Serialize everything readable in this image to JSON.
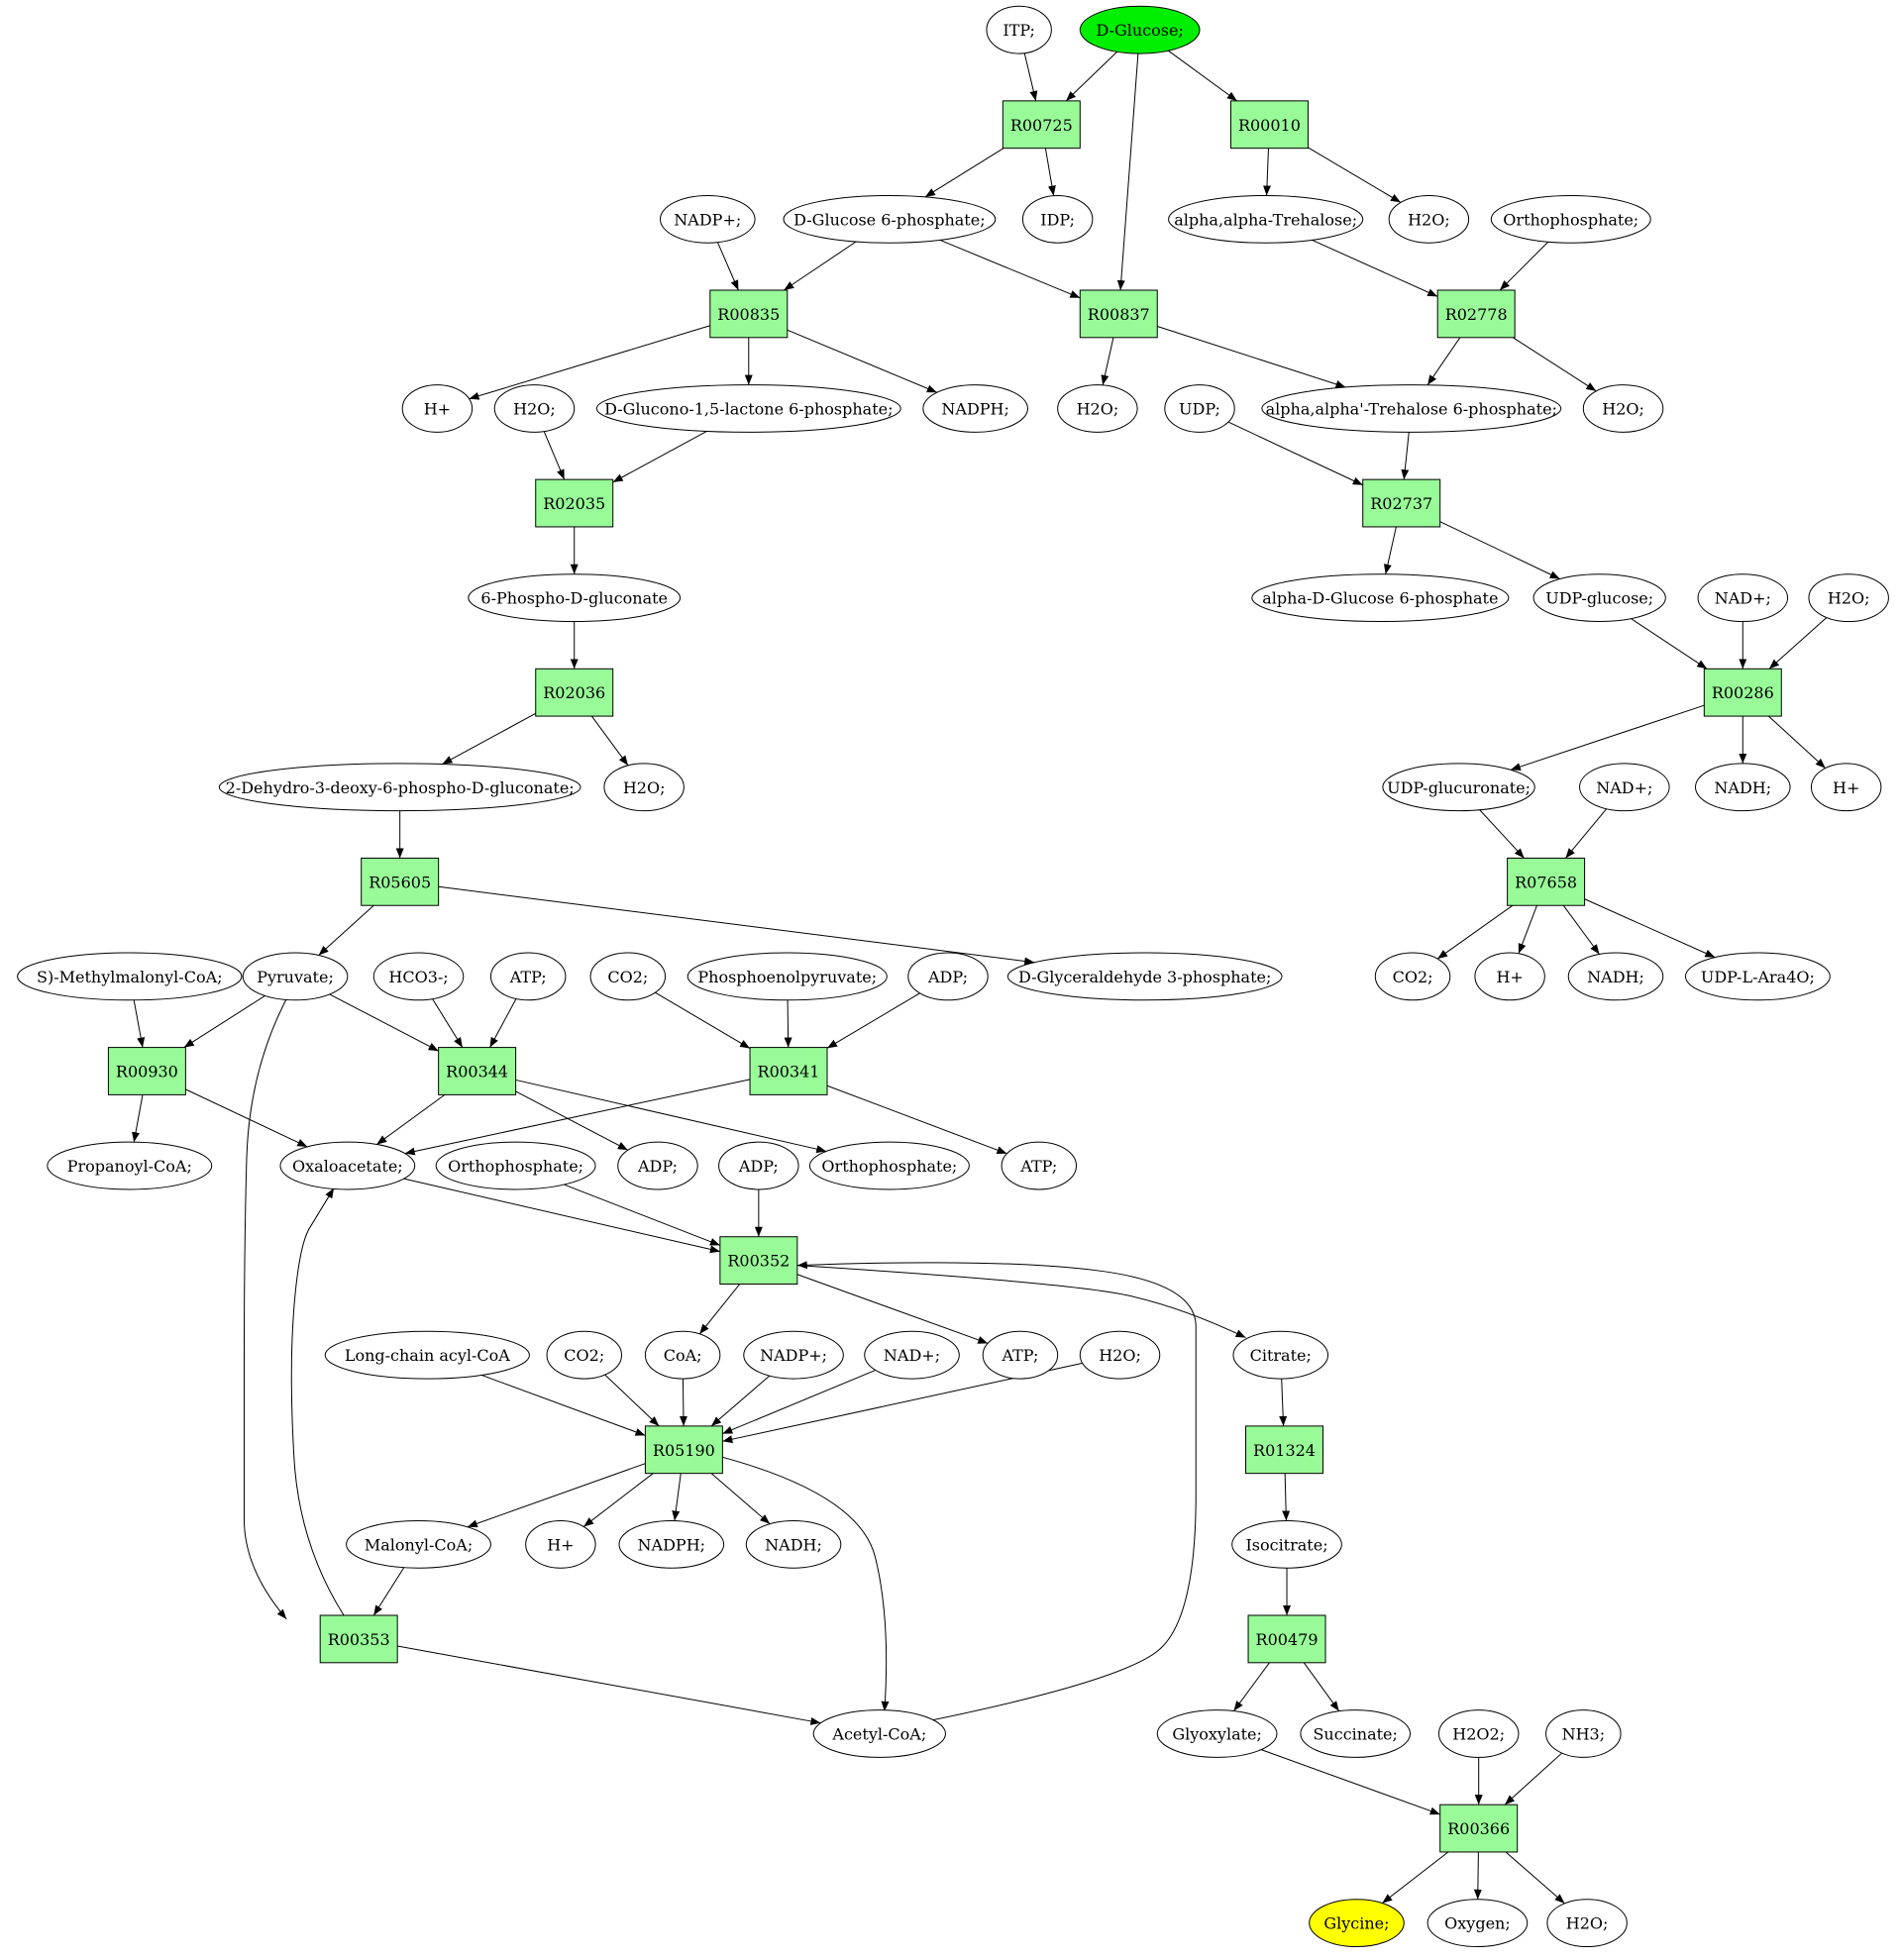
{
  "colors": {
    "reaction_fill": "#98fb98",
    "source_fill": "#00ee00",
    "target_fill": "#ffff00",
    "metabolite_fill": "#ffffff",
    "stroke": "#000000"
  },
  "reactions": [
    {
      "id": "R00725",
      "label": "R00725"
    },
    {
      "id": "R00010",
      "label": "R00010"
    },
    {
      "id": "R00835",
      "label": "R00835"
    },
    {
      "id": "R00837",
      "label": "R00837"
    },
    {
      "id": "R02778",
      "label": "R02778"
    },
    {
      "id": "R02035",
      "label": "R02035"
    },
    {
      "id": "R02737",
      "label": "R02737"
    },
    {
      "id": "R02036",
      "label": "R02036"
    },
    {
      "id": "R00286",
      "label": "R00286"
    },
    {
      "id": "R05605",
      "label": "R05605"
    },
    {
      "id": "R07658",
      "label": "R07658"
    },
    {
      "id": "R00930",
      "label": "R00930"
    },
    {
      "id": "R00344",
      "label": "R00344"
    },
    {
      "id": "R00341",
      "label": "R00341"
    },
    {
      "id": "R00352",
      "label": "R00352"
    },
    {
      "id": "R05190",
      "label": "R05190"
    },
    {
      "id": "R01324",
      "label": "R01324"
    },
    {
      "id": "R00479",
      "label": "R00479"
    },
    {
      "id": "R00353",
      "label": "R00353"
    },
    {
      "id": "R00366",
      "label": "R00366"
    }
  ],
  "metabolites": [
    {
      "id": "m_itp",
      "label": "ITP;"
    },
    {
      "id": "m_glucose",
      "label": "D-Glucose;",
      "role": "source"
    },
    {
      "id": "m_nadp_1",
      "label": "NADP+;"
    },
    {
      "id": "m_g6p",
      "label": "D-Glucose 6-phosphate;"
    },
    {
      "id": "m_idp",
      "label": "IDP;"
    },
    {
      "id": "m_trehalose",
      "label": "alpha,alpha-Trehalose;"
    },
    {
      "id": "m_h2o_1",
      "label": "H2O;"
    },
    {
      "id": "m_orthophosphate_1",
      "label": "Orthophosphate;"
    },
    {
      "id": "m_hplus_1",
      "label": "H+"
    },
    {
      "id": "m_h2o_2",
      "label": "H2O;"
    },
    {
      "id": "m_glucono_lactone",
      "label": "D-Glucono-1,5-lactone 6-phosphate;"
    },
    {
      "id": "m_nadph_1",
      "label": "NADPH;"
    },
    {
      "id": "m_h2o_3",
      "label": "H2O;"
    },
    {
      "id": "m_udp",
      "label": "UDP;"
    },
    {
      "id": "m_trehalose6p",
      "label": "alpha,alpha'-Trehalose 6-phosphate;"
    },
    {
      "id": "m_h2o_4",
      "label": "H2O;"
    },
    {
      "id": "m_6pg",
      "label": "6-Phospho-D-gluconate"
    },
    {
      "id": "m_a_g6p",
      "label": "alpha-D-Glucose 6-phosphate"
    },
    {
      "id": "m_udp_glucose",
      "label": "UDP-glucose;"
    },
    {
      "id": "m_nad_1",
      "label": "NAD+;"
    },
    {
      "id": "m_h2o_5",
      "label": "H2O;"
    },
    {
      "id": "m_kdpg",
      "label": "2-Dehydro-3-deoxy-6-phospho-D-gluconate;"
    },
    {
      "id": "m_h2o_6",
      "label": "H2O;"
    },
    {
      "id": "m_udp_glucuronate",
      "label": "UDP-glucuronate;"
    },
    {
      "id": "m_nad_2",
      "label": "NAD+;"
    },
    {
      "id": "m_nadh_1",
      "label": "NADH;"
    },
    {
      "id": "m_hplus_2",
      "label": "H+"
    },
    {
      "id": "m_methylmalonyl",
      "label": "S)-Methylmalonyl-CoA;"
    },
    {
      "id": "m_pyruvate",
      "label": "Pyruvate;"
    },
    {
      "id": "m_hco3",
      "label": "HCO3-;"
    },
    {
      "id": "m_atp_1",
      "label": "ATP;"
    },
    {
      "id": "m_co2_1",
      "label": "CO2;"
    },
    {
      "id": "m_pep",
      "label": "Phosphoenolpyruvate;"
    },
    {
      "id": "m_adp_1",
      "label": "ADP;"
    },
    {
      "id": "m_g3p",
      "label": "D-Glyceraldehyde 3-phosphate;"
    },
    {
      "id": "m_co2_2",
      "label": "CO2;"
    },
    {
      "id": "m_hplus_3",
      "label": "H+"
    },
    {
      "id": "m_nadh_2",
      "label": "NADH;"
    },
    {
      "id": "m_udp_ara",
      "label": "UDP-L-Ara4O;"
    },
    {
      "id": "m_propanoyl",
      "label": "Propanoyl-CoA;"
    },
    {
      "id": "m_oxaloacetate",
      "label": "Oxaloacetate;"
    },
    {
      "id": "m_orthophosphate_2",
      "label": "Orthophosphate;"
    },
    {
      "id": "m_adp_2",
      "label": "ADP;"
    },
    {
      "id": "m_adp_3",
      "label": "ADP;"
    },
    {
      "id": "m_orthophosphate_3",
      "label": "Orthophosphate;"
    },
    {
      "id": "m_atp_2",
      "label": "ATP;"
    },
    {
      "id": "m_longchain",
      "label": "Long-chain acyl-CoA"
    },
    {
      "id": "m_co2_3",
      "label": "CO2;"
    },
    {
      "id": "m_coa",
      "label": "CoA;"
    },
    {
      "id": "m_nadp_2",
      "label": "NADP+;"
    },
    {
      "id": "m_nad_3",
      "label": "NAD+;"
    },
    {
      "id": "m_atp_3",
      "label": "ATP;"
    },
    {
      "id": "m_h2o_7",
      "label": "H2O;"
    },
    {
      "id": "m_citrate",
      "label": "Citrate;"
    },
    {
      "id": "m_malonyl",
      "label": "Malonyl-CoA;"
    },
    {
      "id": "m_hplus_4",
      "label": "H+"
    },
    {
      "id": "m_nadph_2",
      "label": "NADPH;"
    },
    {
      "id": "m_nadh_3",
      "label": "NADH;"
    },
    {
      "id": "m_isocitrate",
      "label": "Isocitrate;"
    },
    {
      "id": "m_acetylcoa",
      "label": "Acetyl-CoA;"
    },
    {
      "id": "m_glyoxylate",
      "label": "Glyoxylate;"
    },
    {
      "id": "m_succinate",
      "label": "Succinate;"
    },
    {
      "id": "m_h2o2",
      "label": "H2O2;"
    },
    {
      "id": "m_nh3",
      "label": "NH3;"
    },
    {
      "id": "m_glycine",
      "label": "Glycine;",
      "role": "target"
    },
    {
      "id": "m_oxygen",
      "label": "Oxygen;"
    },
    {
      "id": "m_h2o_8",
      "label": "H2O;"
    }
  ],
  "edges": [
    [
      "m_itp",
      "R00725"
    ],
    [
      "m_glucose",
      "R00725"
    ],
    [
      "m_glucose",
      "R00837"
    ],
    [
      "m_glucose",
      "R00010"
    ],
    [
      "R00725",
      "m_g6p"
    ],
    [
      "R00725",
      "m_idp"
    ],
    [
      "R00010",
      "m_trehalose"
    ],
    [
      "R00010",
      "m_h2o_1"
    ],
    [
      "m_nadp_1",
      "R00835"
    ],
    [
      "m_g6p",
      "R00835"
    ],
    [
      "m_g6p",
      "R00837"
    ],
    [
      "m_trehalose",
      "R02778"
    ],
    [
      "m_orthophosphate_1",
      "R02778"
    ],
    [
      "R00835",
      "m_hplus_1"
    ],
    [
      "R00835",
      "m_glucono_lactone"
    ],
    [
      "R00835",
      "m_nadph_1"
    ],
    [
      "R00837",
      "m_h2o_3"
    ],
    [
      "R00837",
      "m_trehalose6p"
    ],
    [
      "R02778",
      "m_trehalose6p"
    ],
    [
      "R02778",
      "m_h2o_4"
    ],
    [
      "m_h2o_2",
      "R02035"
    ],
    [
      "m_glucono_lactone",
      "R02035"
    ],
    [
      "m_udp",
      "R02737"
    ],
    [
      "m_trehalose6p",
      "R02737"
    ],
    [
      "R02035",
      "m_6pg"
    ],
    [
      "R02737",
      "m_a_g6p"
    ],
    [
      "R02737",
      "m_udp_glucose"
    ],
    [
      "m_6pg",
      "R02036"
    ],
    [
      "m_udp_glucose",
      "R00286"
    ],
    [
      "m_nad_1",
      "R00286"
    ],
    [
      "m_h2o_5",
      "R00286"
    ],
    [
      "R02036",
      "m_kdpg"
    ],
    [
      "R02036",
      "m_h2o_6"
    ],
    [
      "R00286",
      "m_udp_glucuronate"
    ],
    [
      "R00286",
      "m_nadh_1"
    ],
    [
      "R00286",
      "m_hplus_2"
    ],
    [
      "m_kdpg",
      "R05605"
    ],
    [
      "m_udp_glucuronate",
      "R07658"
    ],
    [
      "m_nad_2",
      "R07658"
    ],
    [
      "R05605",
      "m_pyruvate"
    ],
    [
      "R05605",
      "m_g3p"
    ],
    [
      "R07658",
      "m_co2_2"
    ],
    [
      "R07658",
      "m_hplus_3"
    ],
    [
      "R07658",
      "m_nadh_2"
    ],
    [
      "R07658",
      "m_udp_ara"
    ],
    [
      "m_methylmalonyl",
      "R00930"
    ],
    [
      "m_pyruvate",
      "R00930"
    ],
    [
      "m_pyruvate",
      "R00344"
    ],
    [
      "m_hco3",
      "R00344"
    ],
    [
      "m_atp_1",
      "R00344"
    ],
    [
      "m_co2_1",
      "R00341"
    ],
    [
      "m_pep",
      "R00341"
    ],
    [
      "m_adp_1",
      "R00341"
    ],
    [
      "R00930",
      "m_propanoyl"
    ],
    [
      "R00930",
      "m_oxaloacetate"
    ],
    [
      "R00344",
      "m_oxaloacetate"
    ],
    [
      "R00344",
      "m_adp_2"
    ],
    [
      "R00344",
      "m_orthophosphate_3"
    ],
    [
      "R00341",
      "m_oxaloacetate"
    ],
    [
      "R00341",
      "m_atp_2"
    ],
    [
      "m_oxaloacetate",
      "R00352"
    ],
    [
      "m_orthophosphate_2",
      "R00352"
    ],
    [
      "m_adp_3",
      "R00352"
    ],
    [
      "m_pyruvate",
      "R00353"
    ],
    [
      "R00352",
      "m_coa"
    ],
    [
      "R00352",
      "m_atp_3"
    ],
    [
      "R00352",
      "m_citrate"
    ],
    [
      "m_longchain",
      "R05190"
    ],
    [
      "m_co2_3",
      "R05190"
    ],
    [
      "m_coa",
      "R05190"
    ],
    [
      "m_nadp_2",
      "R05190"
    ],
    [
      "m_nad_3",
      "R05190"
    ],
    [
      "m_h2o_7",
      "R05190"
    ],
    [
      "R05190",
      "m_malonyl"
    ],
    [
      "R05190",
      "m_hplus_4"
    ],
    [
      "R05190",
      "m_nadph_2"
    ],
    [
      "R05190",
      "m_nadh_3"
    ],
    [
      "R05190",
      "m_acetylcoa"
    ],
    [
      "m_citrate",
      "R01324"
    ],
    [
      "R01324",
      "m_isocitrate"
    ],
    [
      "m_isocitrate",
      "R00479"
    ],
    [
      "m_malonyl",
      "R00353"
    ],
    [
      "R00353",
      "m_oxaloacetate"
    ],
    [
      "R00353",
      "m_acetylcoa"
    ],
    [
      "m_acetylcoa",
      "R00352"
    ],
    [
      "R00479",
      "m_glyoxylate"
    ],
    [
      "R00479",
      "m_succinate"
    ],
    [
      "m_glyoxylate",
      "R00366"
    ],
    [
      "m_h2o2",
      "R00366"
    ],
    [
      "m_nh3",
      "R00366"
    ],
    [
      "R00366",
      "m_glycine"
    ],
    [
      "R00366",
      "m_oxygen"
    ],
    [
      "R00366",
      "m_h2o_8"
    ]
  ]
}
